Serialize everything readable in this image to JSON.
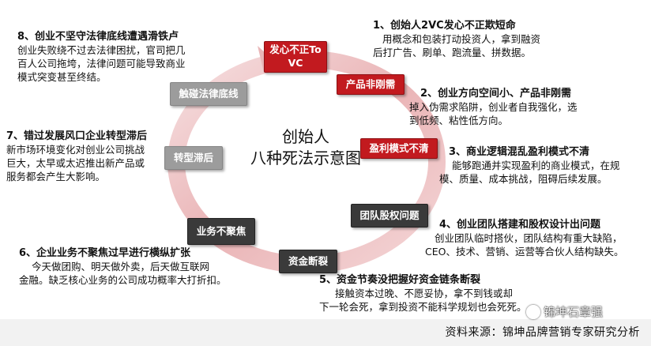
{
  "center_title_line1": "创始人",
  "center_title_line2": "八种死法示意图",
  "boxes": {
    "b1": "发心不正To VC",
    "b2": "产品非刚需",
    "b3": "盈利模式不清",
    "b4": "团队股权问题",
    "b5": "资金断裂",
    "b6": "业务不聚焦",
    "b7": "转型滞后",
    "b8": "触碰法律底线"
  },
  "notes": {
    "n1": {
      "head": "1、创始人2VC发心不正欺短命",
      "body": [
        "用概念和包装打动投资人，拿到融资",
        "后打广告、刷单、跑流量、拼数据。"
      ]
    },
    "n2": {
      "head": "2、创业方向空间小、产品非刚需",
      "body": [
        "掉入伪需求陷阱，创业者自我强化，选",
        "到低频、粘性低方向。"
      ]
    },
    "n3": {
      "head": "3、商业逻辑混乱盈利模式不清",
      "body": [
        "能够跑通并实现盈利的商业模式，在规",
        "模、质量、成本挑战，阻碍后续发展。"
      ]
    },
    "n4": {
      "head": "4、创业团队搭建和股权设计出问题",
      "body": [
        "创业团队临时搭伙，团队结构有重大缺陷，",
        "CEO、技术、营销、运营等合伙人结构缺失。"
      ]
    },
    "n5": {
      "head": "5、资金节奏没把握好资金链条断裂",
      "body": [
        "接触资本过晚、不愿妥协，拿不到钱或却",
        "下一轮会死，拿到投资不能科学规划也会死死。"
      ]
    },
    "n6": {
      "head": "6、企业业务不聚焦过早进行横纵扩张",
      "body": [
        "今天做团购、明天做外卖，后天做互联网",
        "金融。缺乏核心业务的公司成功概率大打折扣。"
      ]
    },
    "n7": {
      "head": "7、错过发展风口企业转型滞后",
      "body": [
        "新市场环境变化对创业公司挑战",
        "巨大，太早或太迟推出新产品或",
        "服务都会产生大影响。"
      ]
    },
    "n8": {
      "head": "8、创业不坚守法律底线遭遇滑铁卢",
      "body": [
        "创业失败绕不过去法律困扰，官司把几",
        "百人公司拖垮，法律问题可能导致商业",
        "模式突变甚至终结。"
      ]
    }
  },
  "source": "资料来源：锦坤品牌营销专家研究分析",
  "watermark": "锦坤石章强",
  "colors": {
    "red": "#c21a1f",
    "gray": "#9c9c9c",
    "dark": "#3a3a3a",
    "ring_light": "#f3d3d4",
    "ring_dark": "#d9868a"
  }
}
